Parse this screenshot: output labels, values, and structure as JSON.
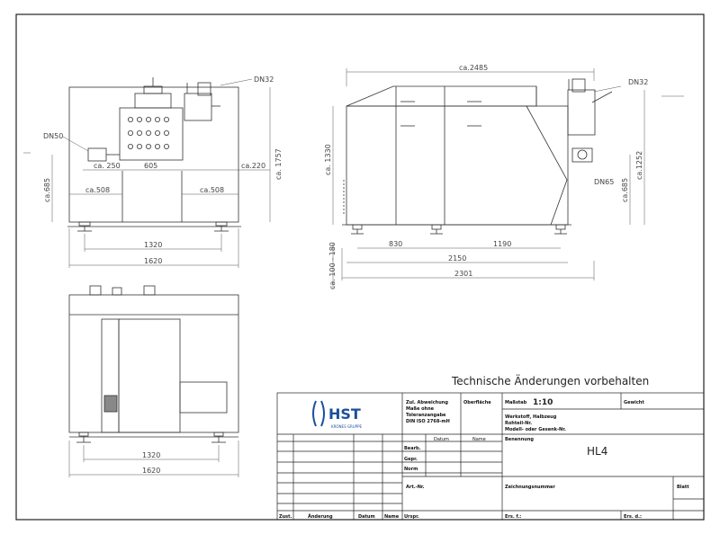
{
  "drawing": {
    "notice": "Technische Änderungen vorbehalten",
    "front_view": {
      "dn_inlet": "DN50",
      "dn_outlet": "DN32",
      "dim_250": "ca. 250",
      "dim_605": "605",
      "dim_220": "ca.220",
      "dim_1757": "ca. 1757",
      "dim_685": "ca.685",
      "dim_508_left": "ca.508",
      "dim_508_right": "ca.508",
      "dim_1320": "1320",
      "dim_1620": "1620"
    },
    "side_view": {
      "dim_2485": "ca.2485",
      "dn_outlet": "DN32",
      "dim_1330": "ca. 1330",
      "dim_1252": "ca.1252",
      "dim_685": "ca.685",
      "dn_165": "DN65",
      "dim_830": "830",
      "dim_1190": "1190",
      "dim_2150": "2150",
      "dim_2301": "2301",
      "dim_height_range": "ca. 100 - 180"
    },
    "back_view": {
      "dim_1320": "1320",
      "dim_1620": "1620"
    }
  },
  "title_block": {
    "logo_text": "HST",
    "logo_sub": "KRONES GRUPPE",
    "tolerance_lines": [
      "Zul. Abweichung",
      "Maße ohne",
      "Toleranzangabe",
      "DIN ISO 2768-mH"
    ],
    "surface_label": "Oberfläche",
    "scale_label": "Maßstab",
    "scale_value": "1:10",
    "weight_label": "Gewicht",
    "material_lines": [
      "Werkstoff, Halbzeug",
      "Rohteil-Nr.",
      "Modell- oder Gesenk-Nr."
    ],
    "datum_label": "Datum",
    "name_label": "Name",
    "row_bearb": "Bearb.",
    "row_gepr": "Gepr.",
    "row_norm": "Norm",
    "benennung_label": "Benennung",
    "title_value": "HL4",
    "art_nr_label": "Art.-Nr.",
    "zeichnung_label": "Zeichnungsnummer",
    "blatt_label": "Blatt",
    "zust_label": "Zust.",
    "aenderung_label": "Änderung",
    "datum2_label": "Datum",
    "name2_label": "Name",
    "urspr_label": "Urspr.",
    "ers_f_label": "Ers. f.:",
    "ers_d_label": "Ers. d.:"
  }
}
